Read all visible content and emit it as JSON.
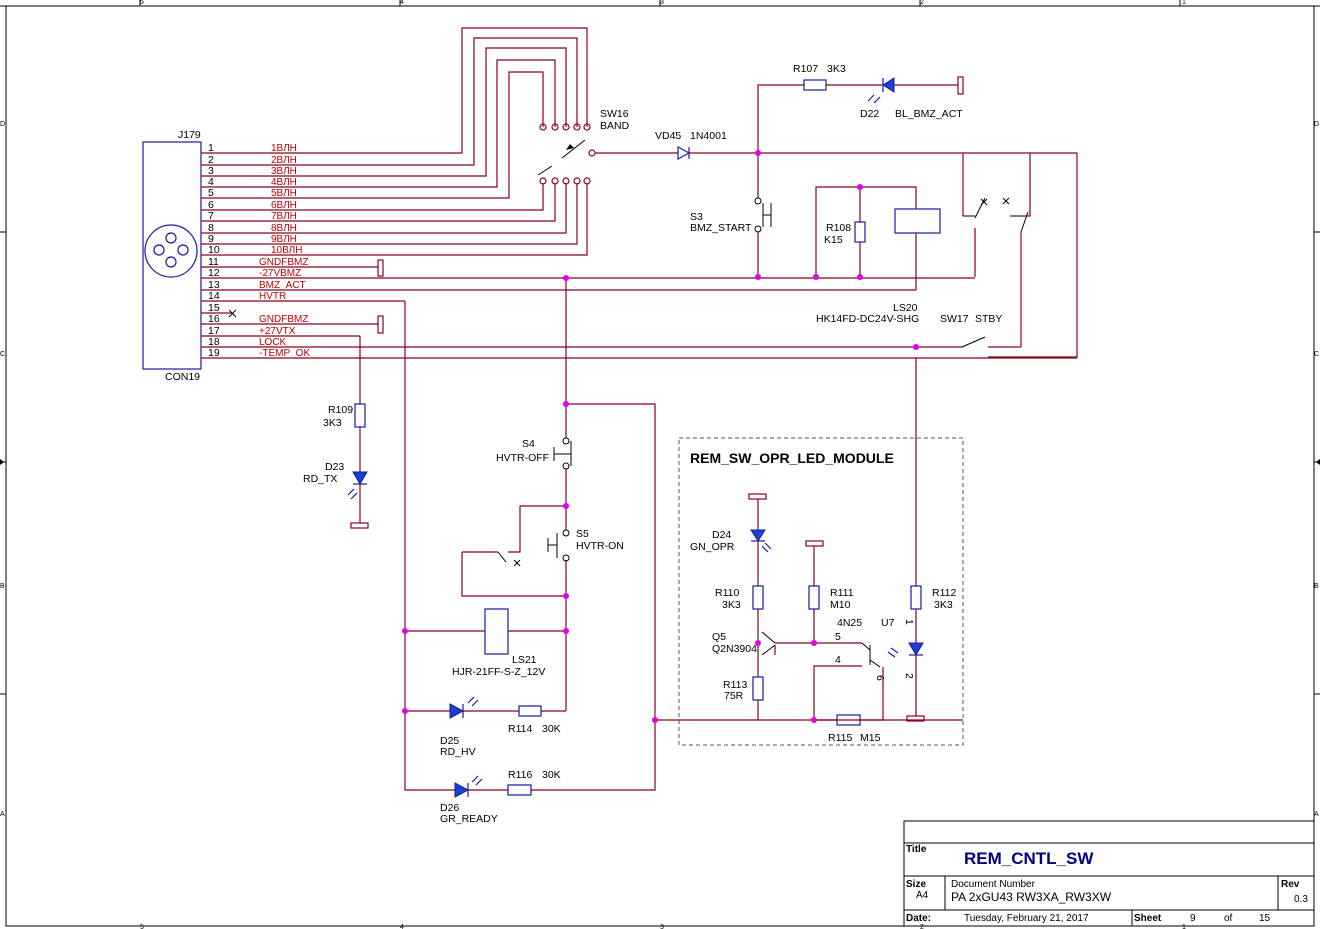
{
  "connector": {
    "ref": "J179",
    "part": "CON19",
    "pins": [
      {
        "num": "1",
        "net": "1ВЛН"
      },
      {
        "num": "2",
        "net": "2ВЛН"
      },
      {
        "num": "3",
        "net": "3ВЛН"
      },
      {
        "num": "4",
        "net": "4ВЛН"
      },
      {
        "num": "5",
        "net": "5ВЛН"
      },
      {
        "num": "6",
        "net": "6ВЛН"
      },
      {
        "num": "7",
        "net": "7ВЛН"
      },
      {
        "num": "8",
        "net": "8ВЛН"
      },
      {
        "num": "9",
        "net": "9ВЛН"
      },
      {
        "num": "10",
        "net": "10ВЛН"
      },
      {
        "num": "11",
        "net": "GNDFBMZ"
      },
      {
        "num": "12",
        "net": "-27VBMZ"
      },
      {
        "num": "13",
        "net": "BMZ_ACT"
      },
      {
        "num": "14",
        "net": "HVTR"
      },
      {
        "num": "15",
        "net": ""
      },
      {
        "num": "16",
        "net": "GNDFBMZ"
      },
      {
        "num": "17",
        "net": "+27VTX"
      },
      {
        "num": "18",
        "net": "LOCK"
      },
      {
        "num": "19",
        "net": "-TEMP_OK"
      }
    ]
  },
  "parts": {
    "sw16_ref": "SW16",
    "sw16_val": "BAND",
    "vd45_ref": "VD45",
    "vd45_val": "1N4001",
    "r107_ref": "R107",
    "r107_val": "3K3",
    "d22_ref": "D22",
    "d22_val": "BL_BMZ_ACT",
    "s3_ref": "S3",
    "s3_val": "BMZ_START",
    "r108_ref": "R108",
    "r108_val": "K15",
    "ls20_ref": "LS20",
    "ls20_val": "HK14FD-DC24V-SHG",
    "sw17_ref": "SW17",
    "sw17_val": "STBY",
    "r109_ref": "R109",
    "r109_val": "3K3",
    "d23_ref": "D23",
    "d23_val": "RD_TX",
    "s4_ref": "S4",
    "s4_val": "HVTR-OFF",
    "s5_ref": "S5",
    "s5_val": "HVTR-ON",
    "ls21_ref": "LS21",
    "ls21_val": "HJR-21FF-S-Z_12V",
    "r114_ref": "R114",
    "r114_val": "30K",
    "d25_ref": "D25",
    "d25_val": "RD_HV",
    "r116_ref": "R116",
    "r116_val": "30K",
    "d26_ref": "D26",
    "d26_val": "GR_READY",
    "d24_ref": "D24",
    "d24_val": "GN_OPR",
    "r110_ref": "R110",
    "r110_val": "3K3",
    "q5_ref": "Q5",
    "q5_val": "Q2N3904",
    "r113_ref": "R113",
    "r113_val": "75R",
    "r111_ref": "R111",
    "r111_val": "M10",
    "u7_ref": "U7",
    "u7_val": "4N25",
    "u7_p5": "5",
    "u7_p4": "4",
    "u7_p6": "6",
    "r112_ref": "R112",
    "r112_val": "3K3",
    "d_p1": "1",
    "d_p2": "2",
    "r115_ref": "R115",
    "r115_val": "M15"
  },
  "module_label": "REM_SW_OPR_LED_MODULE",
  "title_block": {
    "title_label": "Title",
    "title": "REM_CNTL_SW",
    "size_label": "Size",
    "size": "A4",
    "docnum_label": "Document Number",
    "docnum": "PA 2xGU43 RW3XA_RW3XW",
    "rev_label": "Rev",
    "rev": "0.3",
    "date_label": "Date:",
    "date": "Tuesday, February 21, 2017",
    "sheet_label": "Sheet",
    "sheet": "9",
    "of_label": "of",
    "total": "15"
  },
  "border": {
    "cols": [
      "5",
      "4",
      "3",
      "2",
      "1"
    ],
    "rows": [
      "D",
      "C",
      "B",
      "A"
    ]
  },
  "colors": {
    "wire": "#8b0020",
    "component": "#1a1aa0",
    "junction": "#e000e0",
    "net_label": "#c00000",
    "title": "#000080"
  }
}
